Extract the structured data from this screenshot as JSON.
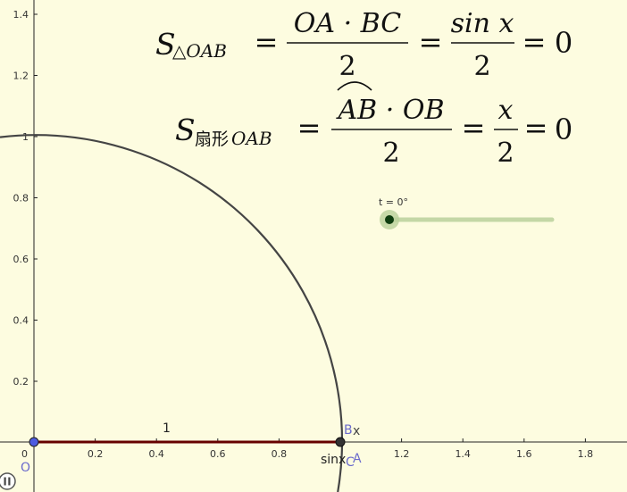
{
  "axes": {
    "x_ticks": [
      "0",
      "0.2",
      "0.4",
      "0.6",
      "0.8",
      "1.2",
      "1.4",
      "1.6",
      "1.8"
    ],
    "y_ticks": [
      "0.2",
      "0.4",
      "0.6",
      "0.8",
      "1",
      "1.2",
      "1.4"
    ]
  },
  "formula_triangle": {
    "S": "S",
    "sub": "△OAB",
    "eq": "=",
    "num": "OA · BC",
    "den": "2",
    "num2": "sin x",
    "den2": "2",
    "result": "0"
  },
  "formula_sector": {
    "S": "S",
    "sub_cjk": "扇形",
    "sub": "OAB",
    "eq": "=",
    "num_arc": "AB",
    "num_rest": " · OB",
    "den": "2",
    "num2": "x",
    "den2": "2",
    "result": "0"
  },
  "slider": {
    "label": "t = 0°",
    "value_fraction": 0
  },
  "labels": {
    "O": "O",
    "A": "A",
    "B": "B",
    "x": "x",
    "C": "C",
    "sinx": "sinx",
    "one": "1"
  },
  "colors": {
    "background": "#fdfce0",
    "arc": "#444444",
    "segment": "#660000",
    "point_O": "#4d5be0",
    "point_A": "#333333",
    "slider_track": "#c4d7a6",
    "slider_knob": "#0f3d0f",
    "label_blue": "#6a6acc"
  }
}
